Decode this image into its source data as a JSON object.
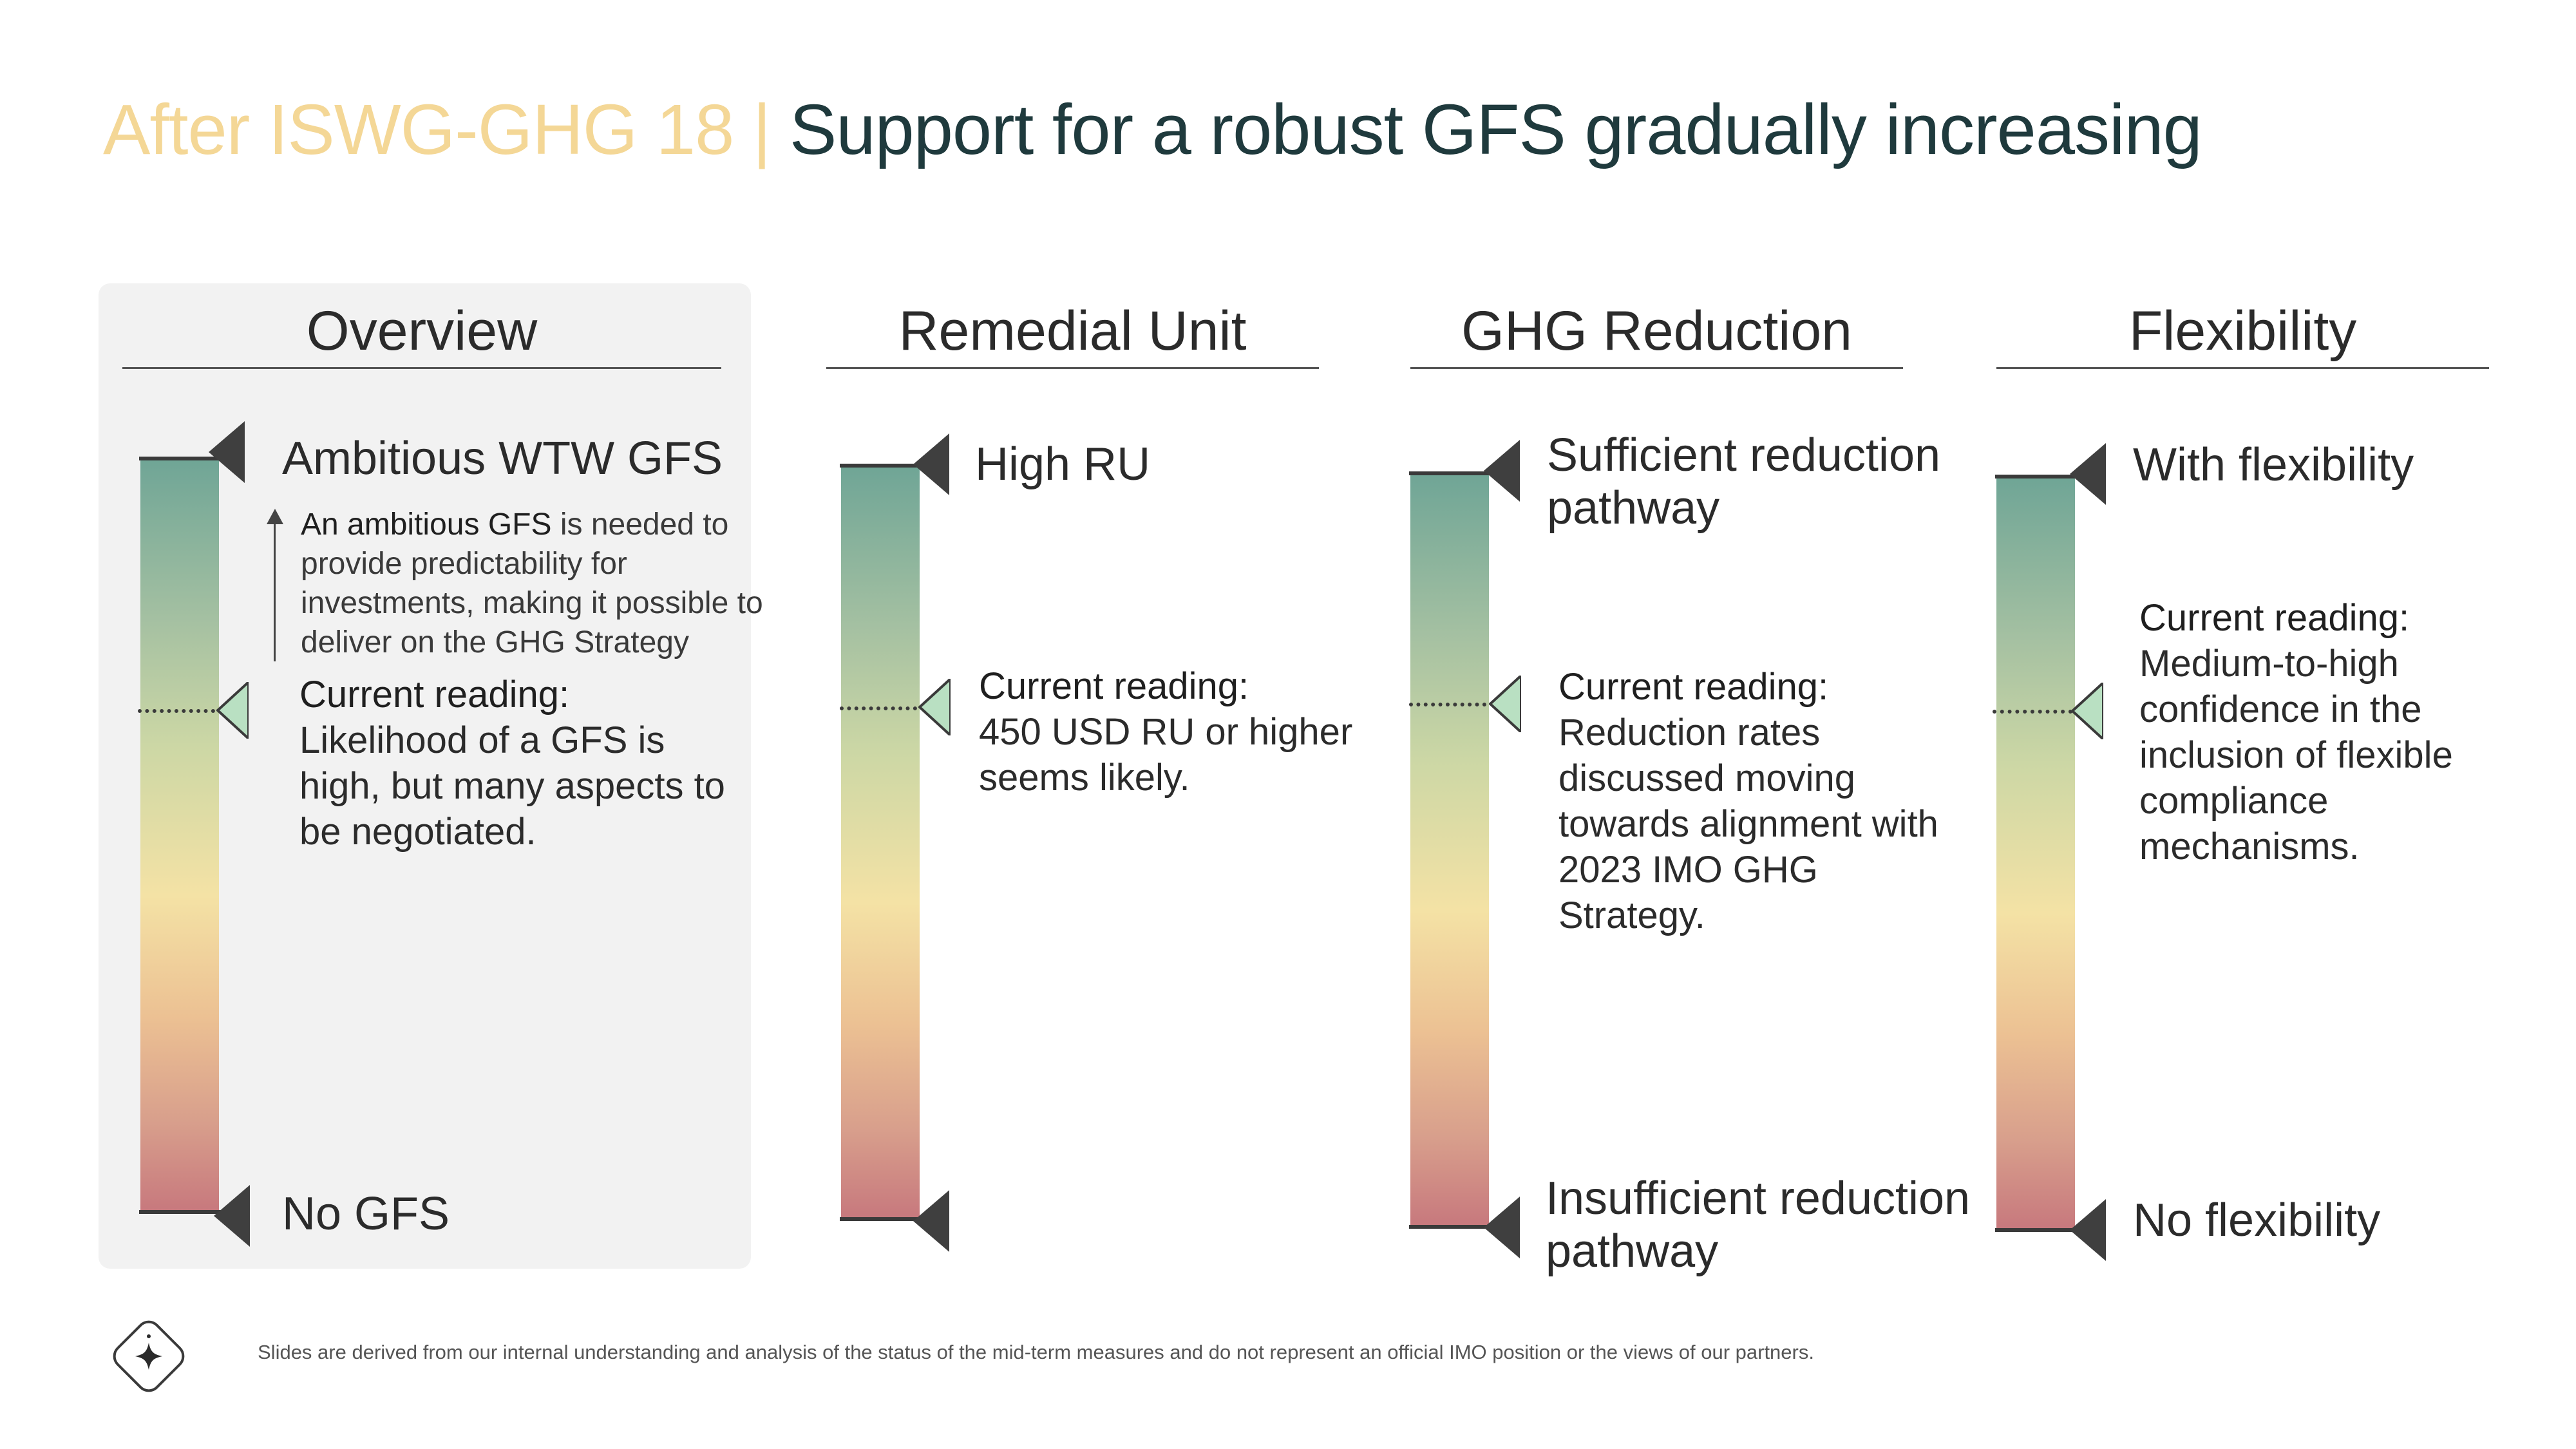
{
  "title": {
    "prefix": "After ISWG-GHG 18 |",
    "main": "Support for a robust GFS gradually increasing"
  },
  "columns": [
    {
      "heading": "Overview",
      "top_label": "Ambitious WTW GFS",
      "note_em": "An ambitious GFS",
      "note_rest": " is needed to provide predictability for investments, making it possible to deliver on the GHG Strategy",
      "reading_heading": "Current reading:",
      "reading_text": "Likelihood of a GFS is high, but many aspects to be negotiated.",
      "bottom_label": "No GFS"
    },
    {
      "heading": "Remedial Unit",
      "top_label": "High RU",
      "reading_heading": "Current reading:",
      "reading_text": "450 USD RU or higher seems likely.",
      "bottom_label": ""
    },
    {
      "heading": "GHG Reduction",
      "top_label": "Sufficient reduction pathway",
      "reading_heading": "Current reading:",
      "reading_text": "Reduction rates discussed moving towards alignment with 2023 IMO GHG Strategy.",
      "bottom_label": "Insufficient reduction pathway"
    },
    {
      "heading": "Flexibility",
      "top_label": "With flexibility",
      "reading_heading": "Current reading:",
      "reading_text": "Medium-to-high confidence in the inclusion of flexible compliance mechanisms.",
      "bottom_label": "No flexibility"
    }
  ],
  "disclaimer": "Slides are derived from our internal understanding and analysis of the status of the mid-term measures and do not represent an official IMO position or the views of our partners.",
  "icons": [
    "arrow-up-icon",
    "sparkle-logo-icon"
  ],
  "colors": {
    "title_prefix": "#f4d796",
    "title_main": "#1f3a3d",
    "scale_top": "#6fa596",
    "scale_mid": "#f4e2a5",
    "scale_bottom": "#c7787d",
    "current_marker": "#b9e0c2"
  }
}
